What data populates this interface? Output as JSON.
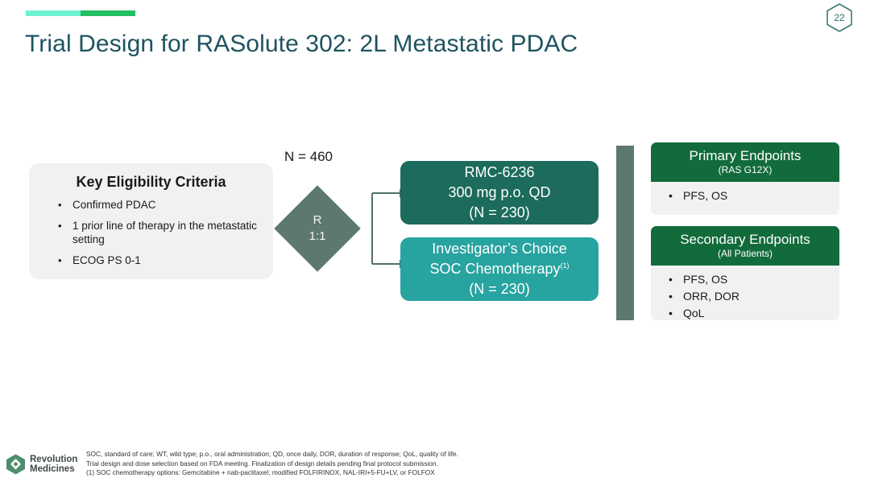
{
  "slide": {
    "title": "Trial Design for RASolute 302: 2L Metastatic PDAC",
    "page_number": "22"
  },
  "accent": {
    "color_left": "#6EF2D2",
    "color_right": "#22BF63"
  },
  "eligibility": {
    "title": "Key Eligibility Criteria",
    "bullet_glyph": "•",
    "items": [
      "Confirmed PDAC",
      "1 prior line of therapy in the metastatic setting",
      "ECOG PS 0-1"
    ]
  },
  "randomization": {
    "total_label": "N = 460",
    "node_letter": "R",
    "node_ratio": "1:1",
    "color": "#5C7871"
  },
  "arms": [
    {
      "name": "experimental-arm",
      "line1": "RMC-6236",
      "line2": "300 mg p.o. QD",
      "line3": "(N = 230)",
      "superscript": "",
      "color": "#1C6B5D"
    },
    {
      "name": "control-arm",
      "line1": "Investigator’s Choice",
      "line2": "SOC Chemotherapy",
      "line3": "(N = 230)",
      "superscript": "(1)",
      "color": "#27A3A0"
    }
  ],
  "endpoints": {
    "bullet_glyph": "•",
    "header_color": "#126B3B",
    "primary": {
      "heading": "Primary Endpoints",
      "subheading": "(RAS G12X)",
      "items": [
        "PFS, OS"
      ]
    },
    "secondary": {
      "heading": "Secondary Endpoints",
      "subheading": "(All Patients)",
      "items": [
        "PFS, OS",
        "ORR, DOR",
        "QoL"
      ]
    }
  },
  "footer": {
    "logo_line1": "Revolution",
    "logo_line2": "Medicines",
    "notes": [
      "SOC, standard of care; WT, wild type; p.o., oral administration; QD, once daily, DOR, duration of response; QoL, quality of life.",
      "Trial design and dose selection based on FDA meeting. Finalization of design details pending final protocol submission.",
      "(1) SOC chemotherapy options: Gemcitabine + nab-paclitaxel, modified FOLFIRINOX, NAL-IRI+5-FU+LV, or FOLFOX"
    ]
  }
}
